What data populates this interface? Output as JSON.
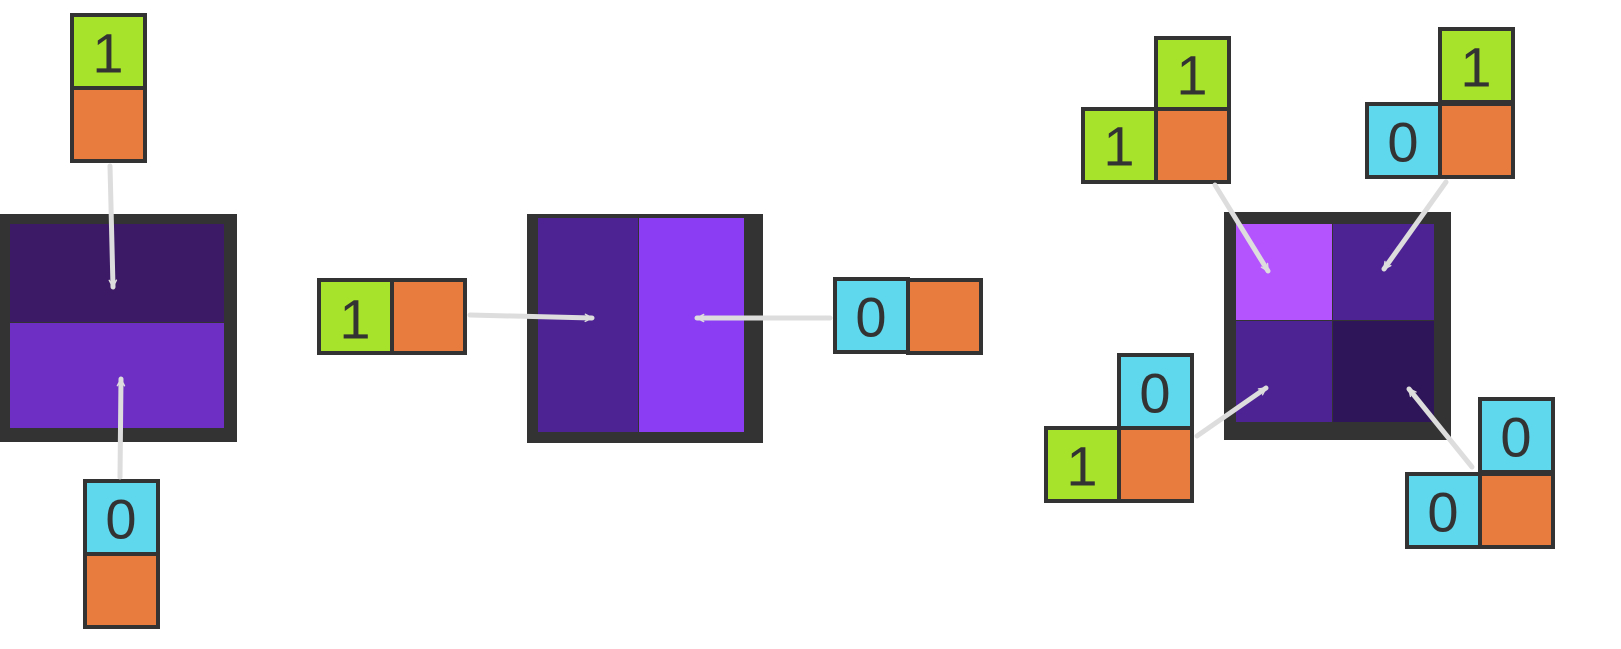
{
  "colors": {
    "one_cell": "#a8e32b",
    "zero_cell": "#5fd7ec",
    "orange_cell": "#e87c3e",
    "border": "#333333",
    "arrow": "#dddddd"
  },
  "groups": [
    {
      "name": "vertical",
      "target_tiles": [
        "#3c1a66",
        "#6e2fc4"
      ],
      "inputs": [
        {
          "bit": "1",
          "label_color": "#a8e32b"
        },
        {
          "bit": "0",
          "label_color": "#5fd7ec"
        }
      ]
    },
    {
      "name": "horizontal",
      "target_tiles": [
        "#4d2394",
        "#8a3df2"
      ],
      "inputs": [
        {
          "bit": "1",
          "label_color": "#a8e32b"
        },
        {
          "bit": "0",
          "label_color": "#5fd7ec"
        }
      ]
    },
    {
      "name": "quad",
      "target_tiles": [
        "#b354ff",
        "#4d2394",
        "#4d2394",
        "#2e1459"
      ],
      "inputs": [
        {
          "bits": [
            "1",
            "1"
          ],
          "label_colors": [
            "#a8e32b",
            "#a8e32b"
          ]
        },
        {
          "bits": [
            "1",
            "0"
          ],
          "label_colors": [
            "#a8e32b",
            "#5fd7ec"
          ]
        },
        {
          "bits": [
            "0",
            "1"
          ],
          "label_colors": [
            "#5fd7ec",
            "#a8e32b"
          ]
        },
        {
          "bits": [
            "0",
            "0"
          ],
          "label_colors": [
            "#5fd7ec",
            "#5fd7ec"
          ]
        }
      ]
    }
  ]
}
